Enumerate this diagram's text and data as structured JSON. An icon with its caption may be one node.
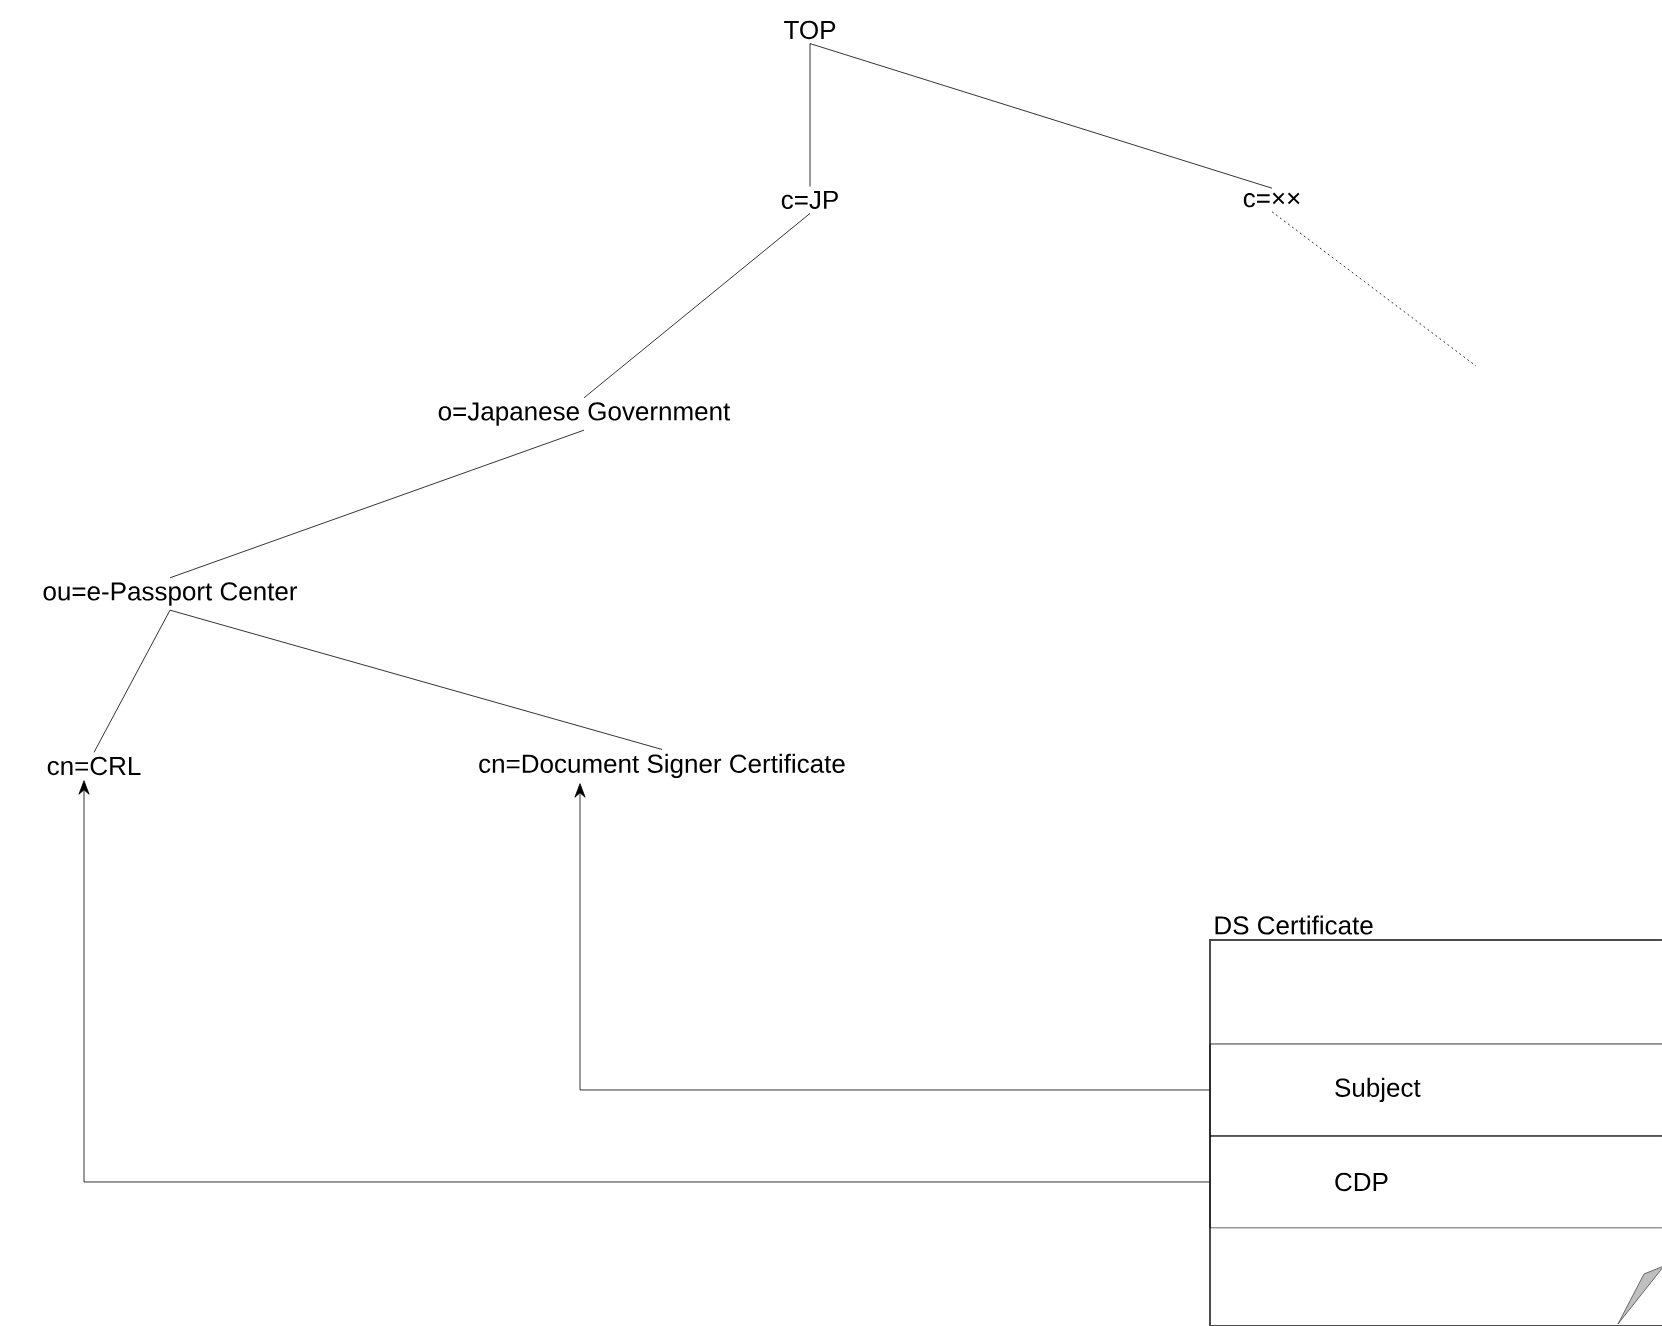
{
  "diagram": {
    "nodes": [
      {
        "text": [
          "TOP"
        ]
      },
      {
        "text": [
          "c=JP"
        ]
      },
      {
        "text": [
          "c=××"
        ]
      },
      {
        "text": [
          "o=Japanese Government"
        ]
      },
      {
        "text": [
          "ou=e-Passport Center"
        ]
      },
      {
        "text": [
          "cn=CRL"
        ]
      },
      {
        "text": [
          "cn=Document Signer Certificate"
        ]
      },
      {
        "text": [
          "DS Certificate"
        ]
      },
      {
        "text": [
          "Subject"
        ],
        "in": 7
      },
      {
        "text": [
          "CDP"
        ],
        "in": 7
      }
    ],
    "edges": [
      {
        "from": 0,
        "to": 1,
        "arrow": "none"
      },
      {
        "from": 0,
        "to": 2,
        "arrow": "none"
      },
      {
        "from": 2,
        "to": null,
        "arrow": "none",
        "style": "dashed"
      },
      {
        "from": 1,
        "to": 3,
        "arrow": "none"
      },
      {
        "from": 3,
        "to": 4,
        "arrow": "none"
      },
      {
        "from": 4,
        "to": 5,
        "arrow": "none"
      },
      {
        "from": 4,
        "to": 6,
        "arrow": "none"
      },
      {
        "from": 8,
        "to": 6,
        "arrow": "to"
      },
      {
        "from": 9,
        "to": 5,
        "arrow": "to"
      }
    ]
  }
}
